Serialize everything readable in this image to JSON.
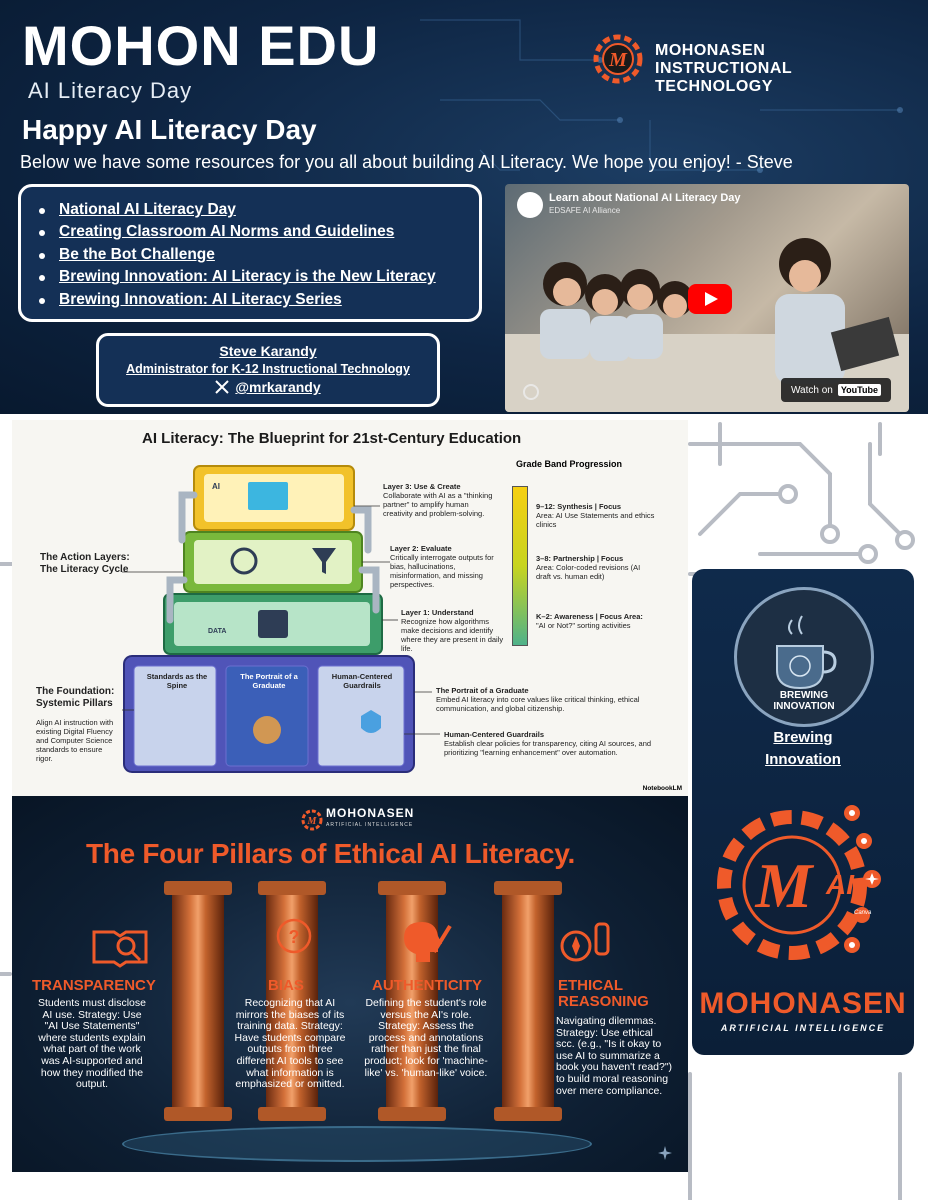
{
  "header": {
    "brand_title": "MOHON EDU",
    "brand_subtitle": "AI Literacy Day",
    "logo_line1": "MOHONASEN",
    "logo_line2": "INSTRUCTIONAL TECHNOLOGY",
    "headline": "Happy AI Literacy Day",
    "intro": "Below we have some resources for you all about building AI Literacy. We hope you enjoy! - Steve"
  },
  "links": [
    "National AI Literacy Day",
    "Creating Classroom AI Norms and Guidelines",
    "Be the Bot Challenge",
    "Brewing Innovation: AI Literacy is the New Literacy",
    "Brewing Innovation: AI Literacy Series"
  ],
  "contact": {
    "name": "Steve Karandy",
    "role": "Administrator for K-12 Instructional Technology",
    "handle": "@mrkarandy"
  },
  "video": {
    "title": "Learn about National AI Literacy Day",
    "channel": "EDSAFE AI Alliance",
    "watch_label": "Watch on",
    "platform": "YouTube"
  },
  "blueprint": {
    "title": "AI Literacy: The Blueprint for 21st-Century Education",
    "action_label": "The Action Layers:\nThe Literacy Cycle",
    "foundation_label": "The Foundation:\nSystemic Pillars",
    "foundation_desc": "Align AI instruction with existing Digital Fluency and Computer Science standards to ensure rigor.",
    "layer3_title": "Layer 3: Use & Create",
    "layer3_desc": "Collaborate with AI as a \"thinking partner\" to amplify human creativity and problem-solving.",
    "layer2_title": "Layer 2: Evaluate",
    "layer2_desc": "Critically interrogate outputs for bias, hallucinations, misinformation, and missing perspectives.",
    "layer1_title": "Layer 1: Understand",
    "layer1_desc": "Recognize how algorithms make decisions and identify where they are present in daily life.",
    "block_ai": "AI",
    "block_data": "DATA",
    "pillar1": "Standards as the Spine",
    "pillar2": "The Portrait of a Graduate",
    "pillar3": "Human-Centered Guardrails",
    "grade_title": "Grade Band Progression",
    "grade1_title": "9–12: Synthesis | Focus",
    "grade1_desc": "Area: AI Use Statements and ethics clinics",
    "grade2_title": "3–8: Partnership | Focus",
    "grade2_desc": "Area: Color-coded revisions (AI draft vs. human edit)",
    "grade3_title": "K–2: Awareness | Focus Area:",
    "grade3_desc": "\"AI or Not?\" sorting activities",
    "portrait_title": "The Portrait of a Graduate",
    "portrait_desc": "Embed AI literacy into core values like critical thinking, ethical communication, and global citizenship.",
    "guardrails_title": "Human-Centered Guardrails",
    "guardrails_desc": "Establish clear policies for transparency, citing AI sources, and prioritizing \"learning enhancement\" over automation.",
    "footer": "NotebookLM"
  },
  "pillars": {
    "brand": "MOHONASEN",
    "brand_sub": "ARTIFICIAL INTELLIGENCE",
    "title": "The Four Pillars of Ethical AI Literacy.",
    "items": [
      {
        "head": "TRANSPARENCY",
        "text": "Students must disclose AI use. Strategy: Use \"AI Use Statements\" where students explain what part of the work was AI-supported and how they modified the output."
      },
      {
        "head": "BIAS",
        "text": "Recognizing that AI mirrors the biases of its training data. Strategy: Have students compare outputs from three different AI tools to see what information is emphasized or omitted."
      },
      {
        "head": "AUTHENTICITY",
        "text": "Defining the student's role versus the AI's role. Strategy: Assess the process and annotations rather than just the final product; look for 'machine-like' vs. 'human-like' voice."
      },
      {
        "head": "ETHICAL REASONING",
        "text": "Navigating dilemmas. Strategy: Use ethical scc. (e.g., \"Is it okay to use AI to summarize a book you haven't read?\") to build moral reasoning over mere compliance."
      }
    ]
  },
  "side": {
    "brewing_badge": "BREWING\nINNOVATION",
    "brewing_link1": "Brewing",
    "brewing_link2": "Innovation",
    "mai_text": "AI",
    "moh_big": "MOHONASEN",
    "moh_sub": "ARTIFICIAL INTELLIGENCE",
    "canva": "Canva"
  },
  "colors": {
    "navy": "#0e2543",
    "accent_orange": "#ef5a2a",
    "link_white": "#ffffff"
  }
}
